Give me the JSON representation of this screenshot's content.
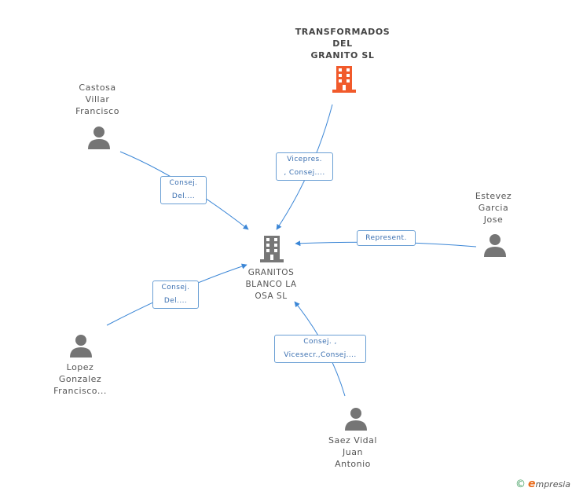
{
  "colors": {
    "edge": "#3b86d6",
    "company_highlight": "#f15a2b",
    "company_center": "#777777",
    "person": "#757575"
  },
  "nodes": {
    "top_company": {
      "line1": "TRANSFORMADOS",
      "line2": "DEL",
      "line3": "GRANITO  SL",
      "icon": "building-icon"
    },
    "center_company": {
      "line1": "GRANITOS",
      "line2": "BLANCO LA",
      "line3": "OSA SL",
      "icon": "building-icon"
    },
    "castosa": {
      "line1": "Castosa",
      "line2": "Villar",
      "line3": "Francisco",
      "icon": "person-icon"
    },
    "estevez": {
      "line1": "Estevez",
      "line2": "Garcia",
      "line3": "Jose",
      "icon": "person-icon"
    },
    "lopez": {
      "line1": "Lopez",
      "line2": "Gonzalez",
      "line3": "Francisco...",
      "icon": "person-icon"
    },
    "saez": {
      "line1": "Saez Vidal",
      "line2": "Juan",
      "line3": "Antonio",
      "icon": "person-icon"
    }
  },
  "edges": {
    "top_company": {
      "line1": "Vicepres.",
      "line2": ", Consej...."
    },
    "castosa": {
      "line1": "Consej.",
      "line2": "Del...."
    },
    "estevez": {
      "line1": "Represent."
    },
    "lopez": {
      "line1": "Consej.",
      "line2": "Del...."
    },
    "saez": {
      "line1": "Consej. ,",
      "line2": "Vicesecr.,Consej...."
    }
  },
  "footer": {
    "copyright": "©",
    "brand_initial": "e",
    "brand_rest": "mpresia"
  }
}
